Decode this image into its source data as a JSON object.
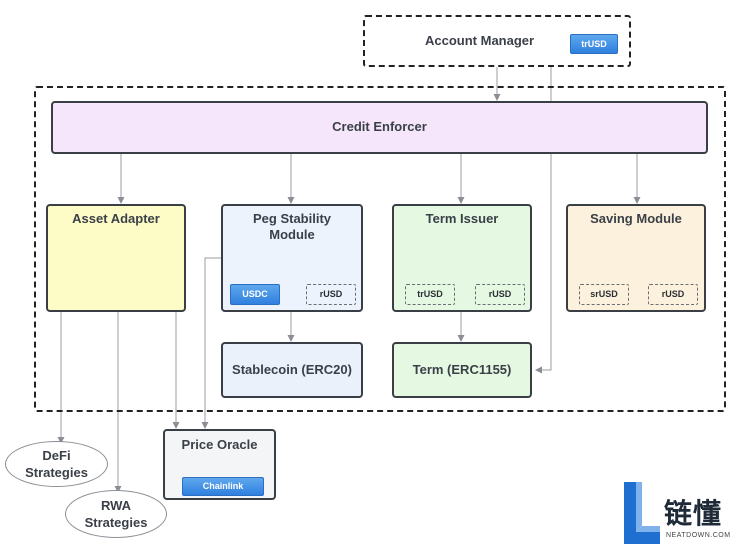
{
  "account_manager": {
    "title": "Account Manager",
    "chip": "trUSD"
  },
  "credit_enforcer": {
    "title": "Credit Enforcer"
  },
  "asset_adapter": {
    "title": "Asset Adapter"
  },
  "peg_stability": {
    "title_line1": "Peg Stability",
    "title_line2": "Module",
    "chip_usdc": "USDC",
    "chip_rusd": "rUSD"
  },
  "term_issuer": {
    "title": "Term Issuer",
    "chip_trusd": "trUSD",
    "chip_rusd": "rUSD"
  },
  "saving_module": {
    "title": "Saving Module",
    "chip_srusd": "srUSD",
    "chip_rusd": "rUSD"
  },
  "stablecoin": {
    "title": "Stablecoin (ERC20)"
  },
  "term": {
    "title": "Term (ERC1155)"
  },
  "price_oracle": {
    "title": "Price Oracle",
    "chip": "Chainlink"
  },
  "defi": {
    "line1": "DeFi",
    "line2": "Strategies"
  },
  "rwa": {
    "line1": "RWA",
    "line2": "Strategies"
  },
  "watermark": {
    "chars": "链懂",
    "site": "NEATDOWN.COM"
  },
  "colors": {
    "credit_enforcer_fill": "#f5e6fb",
    "asset_adapter_fill": "#fdfcc7",
    "peg_stability_fill": "#ecf3fd",
    "term_issuer_fill": "#e4f8e2",
    "saving_module_fill": "#fcf1dc",
    "stablecoin_fill": "#eaf1fb",
    "term_fill": "#e4f8e2",
    "price_oracle_fill": "#f4f5f7",
    "chip_blue": "#3a8ae4",
    "logo_blue": "#1f6fd0"
  }
}
